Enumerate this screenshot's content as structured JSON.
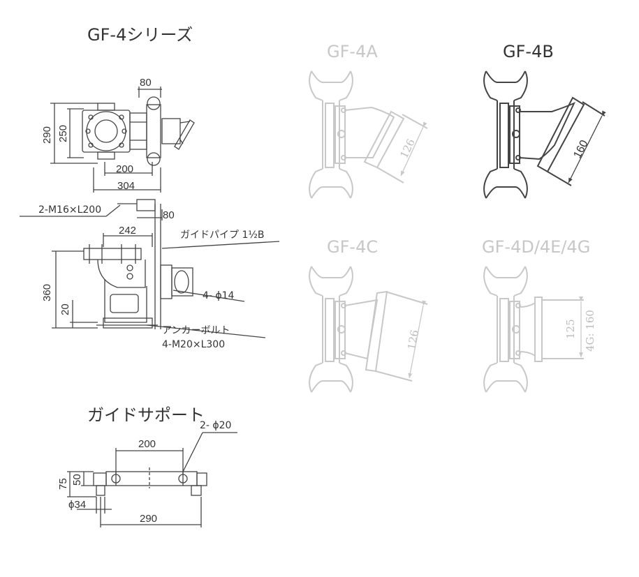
{
  "titles": {
    "series": "GF-4シリーズ",
    "gf4a": "GF-4A",
    "gf4b": "GF-4B",
    "gf4c": "GF-4C",
    "gf4d": "GF-4D/4E/4G",
    "guide_support": "ガイドサポート"
  },
  "top_view": {
    "dim_80": "80",
    "dim_290": "290",
    "dim_250": "250",
    "dim_200": "200",
    "dim_304": "304"
  },
  "side_view": {
    "bolt": "2-M16×L200",
    "dim_80": "80",
    "dim_242": "242",
    "guide_pipe": "ガイドパイプ 1½B",
    "dim_360": "360",
    "dim_20": "20",
    "holes": "4- ϕ14",
    "anchor": "アンカーボルト",
    "anchor_spec": "4-M20×L300"
  },
  "variants": {
    "a_dim": "126",
    "b_dim": "160",
    "c_dim": "126",
    "d_dim1": "125",
    "d_dim2": "4G: 160"
  },
  "support": {
    "holes": "2- ϕ20",
    "dim_200": "200",
    "dim_75": "75",
    "dim_50": "50",
    "dim_34": "ϕ34",
    "dim_290": "290"
  },
  "colors": {
    "line": "#444444",
    "faded": "#c8c8c8"
  }
}
